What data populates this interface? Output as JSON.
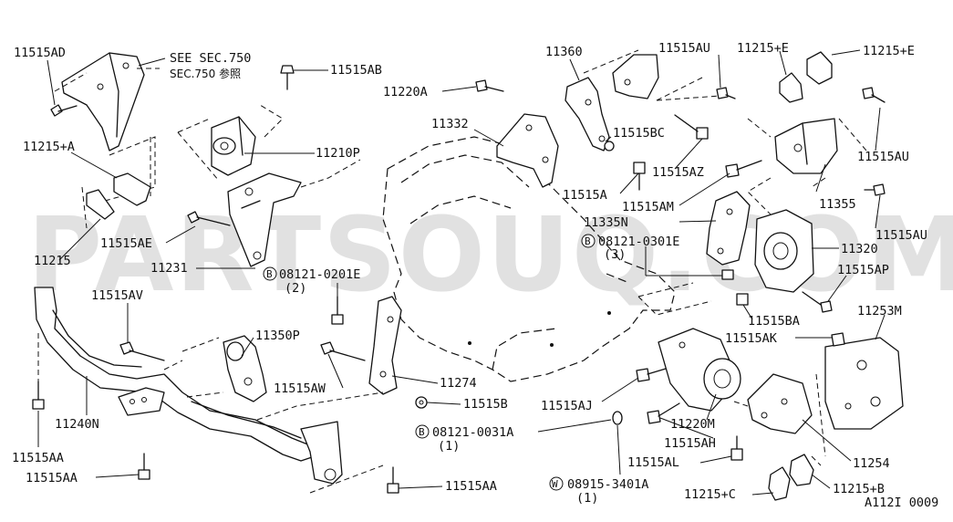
{
  "watermark": "PARTSOUQ.COM",
  "figure_code": "A112I 0009",
  "labels": {
    "p11515AD": "11515AD",
    "see_sec_en": "SEE SEC.750",
    "see_sec_jp": "SEC.750 参照",
    "p11515AB": "11515AB",
    "p11210P": "11210P",
    "p11215A": "11215+A",
    "p11215": "11215",
    "p11515AE": "11515AE",
    "p11231": "11231",
    "b08121_0201E": "08121-0201E",
    "b08121_0201E_qty": "(2)",
    "p11515AV": "11515AV",
    "p11350P": "11350P",
    "p11515AW": "11515AW",
    "p11274": "11274",
    "p11515B": "11515B",
    "p11240N": "11240N",
    "p11515AA_1": "11515AA",
    "p11515AA_2": "11515AA",
    "p11515AA_3": "11515AA",
    "b08121_0031A": "08121-0031A",
    "b08121_0031A_qty": "(1)",
    "w08915_3401A": "08915-3401A",
    "w08915_3401A_qty": "(1)",
    "p11220A": "11220A",
    "p11360": "11360",
    "p11515AU_1": "11515AU",
    "p11215E_1": "11215+E",
    "p11215E_2": "11215+E",
    "p11332": "11332",
    "p11515BC": "11515BC",
    "p11515AZ": "11515AZ",
    "p11515A": "11515A",
    "p11515AM": "11515AM",
    "p11335N": "11335N",
    "b08121_0301E": "08121-0301E",
    "b08121_0301E_qty": "(3)",
    "p11515AU_2": "11515AU",
    "p11355": "11355",
    "p11515AU_3": "11515AU",
    "p11320": "11320",
    "p11515AP": "11515AP",
    "p11515BA": "11515BA",
    "p11253M": "11253M",
    "p11515AK": "11515AK",
    "p11515AJ": "11515AJ",
    "p11220M": "11220M",
    "p11515AH": "11515AH",
    "p11515AL": "11515AL",
    "p11254": "11254",
    "p11215C": "11215+C",
    "p11215B": "11215+B"
  },
  "markers": {
    "b": "B",
    "w": "W"
  }
}
